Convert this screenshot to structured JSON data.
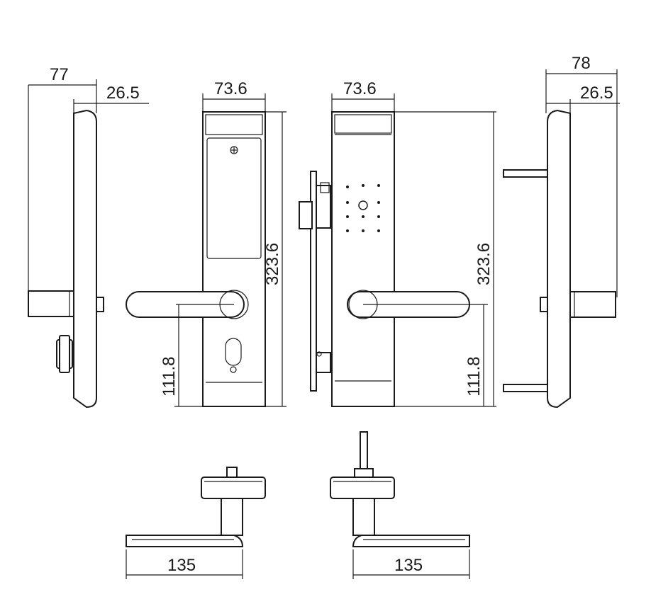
{
  "dimensions": {
    "side_left_depth": "77",
    "side_left_thickness": "26.5",
    "front_width": "73.6",
    "back_width": "73.6",
    "side_right_depth": "78",
    "side_right_thickness": "26.5",
    "front_height": "323.6",
    "back_height": "323.6",
    "front_handle_height": "111.8",
    "back_handle_height": "111.8",
    "bottom_left_handle_length": "135",
    "bottom_right_handle_length": "135"
  },
  "colors": {
    "line": "#1a1a1a",
    "background": "#ffffff"
  }
}
